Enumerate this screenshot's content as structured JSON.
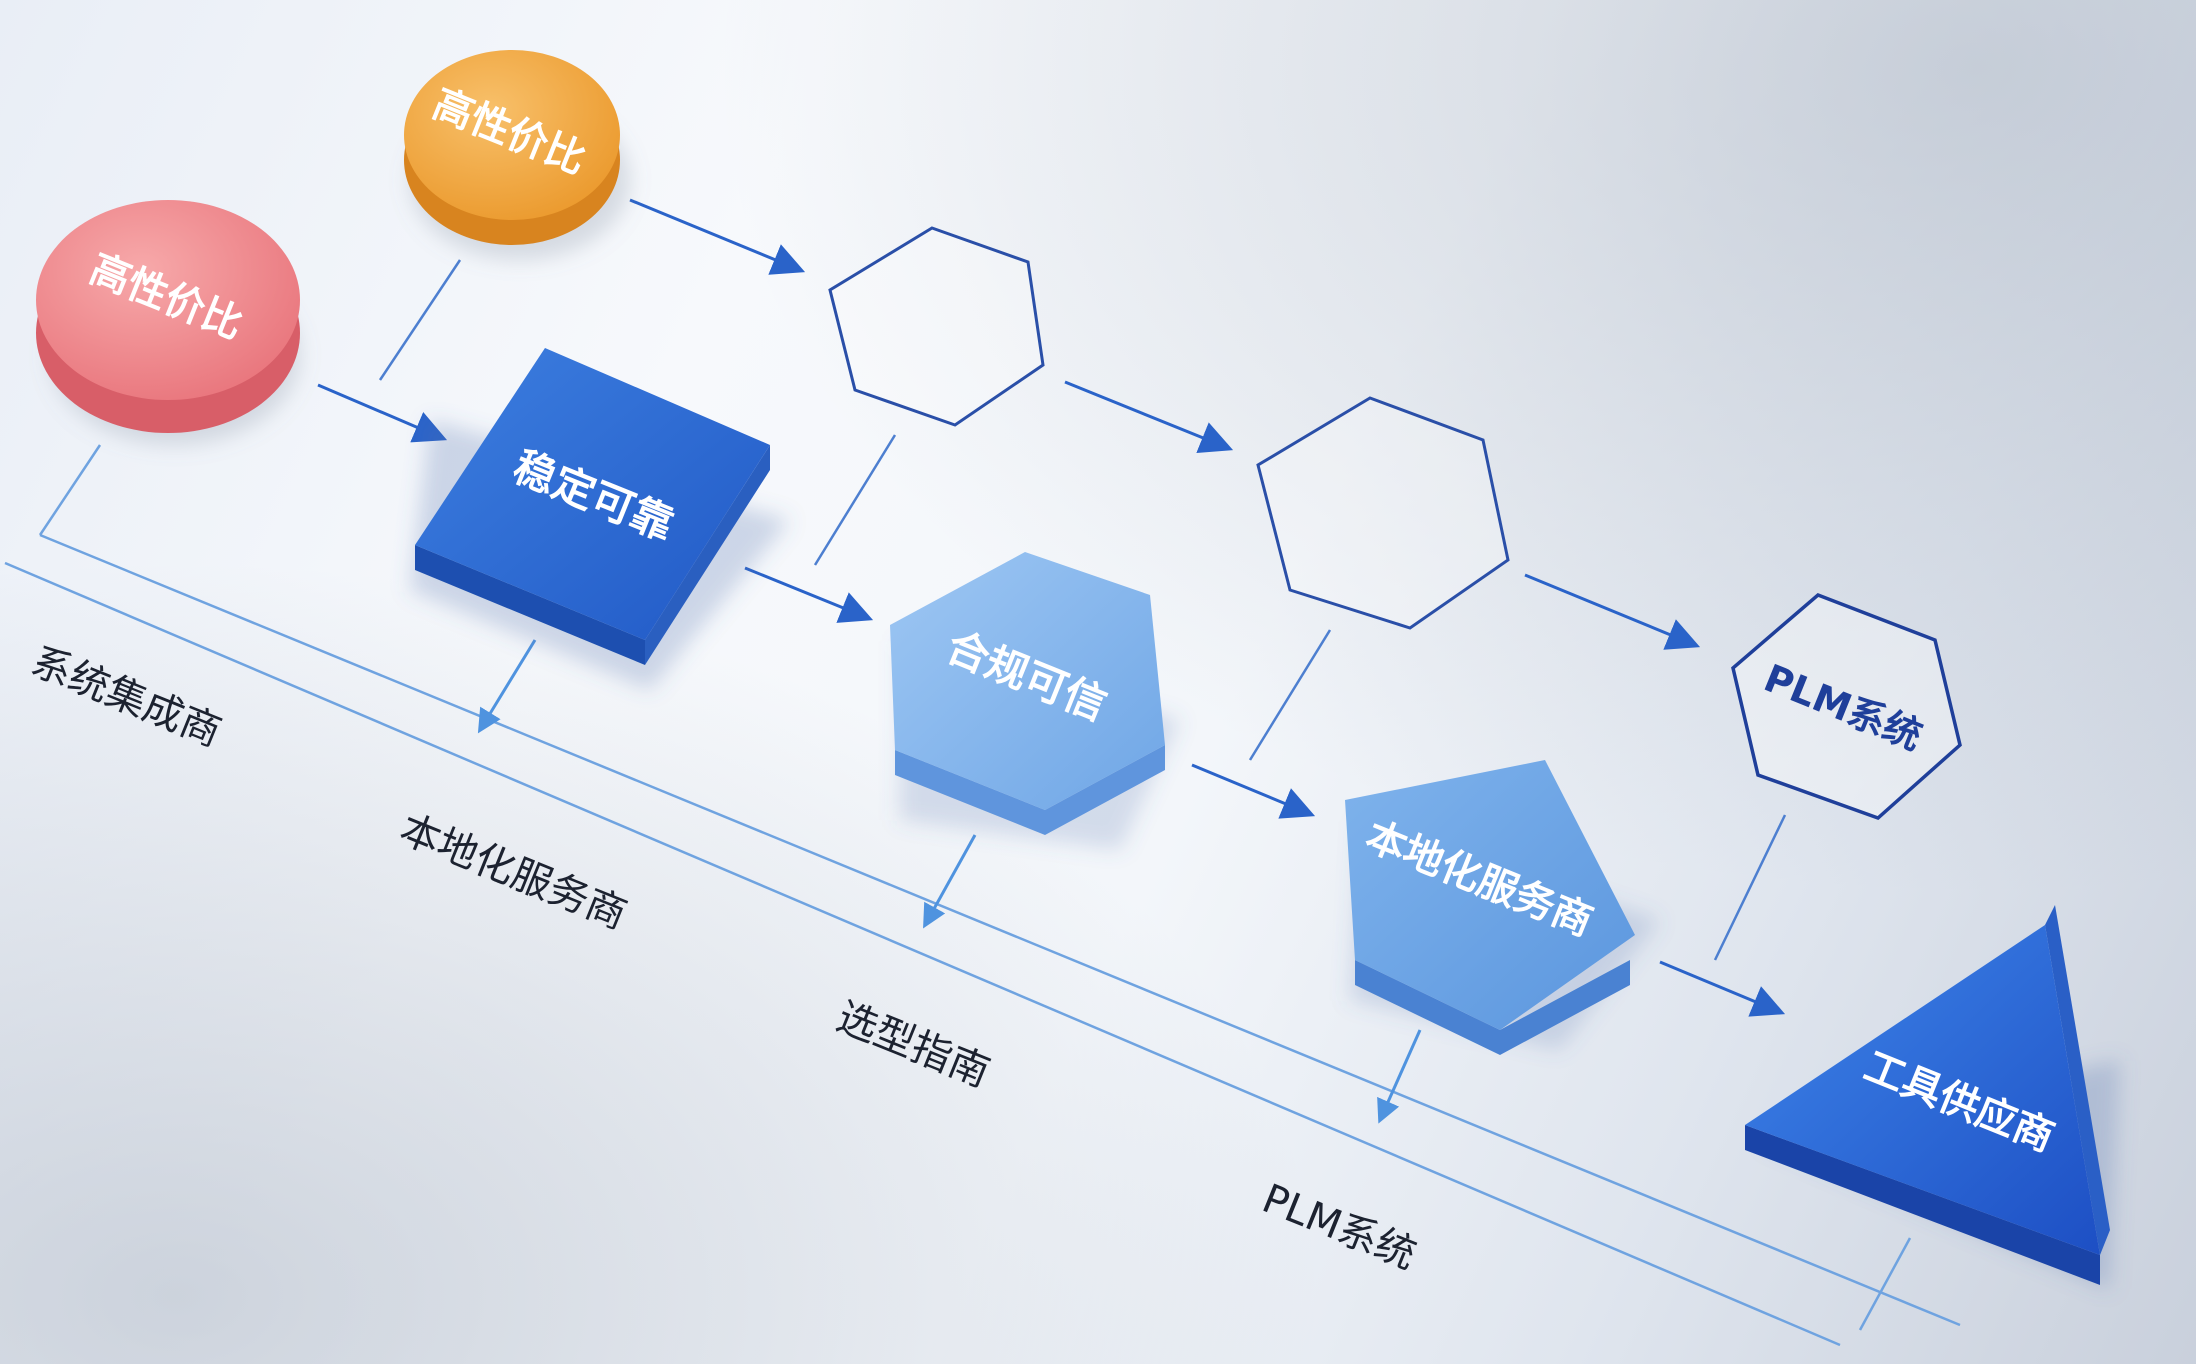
{
  "nodes": {
    "circle_pink_label": "高性价比",
    "circle_orange_label": "高性价比",
    "square_label": "稳定可靠",
    "hexagon_label": "合规可信",
    "pentagon_label": "本地化服务商",
    "triangle_label": "工具供应商",
    "hexagon_outline_label": "PLM系统",
    "hexagon_outline_empty_1_label": "",
    "hexagon_outline_empty_2_label": ""
  },
  "steps": [
    {
      "label": "系统集成商"
    },
    {
      "label": "本地化服务商"
    },
    {
      "label": "选型指南"
    },
    {
      "label": "PLM系统"
    }
  ],
  "colors": {
    "pink": "#ef8a8e",
    "orange": "#f3a944",
    "blue_dark": "#2f6fd8",
    "blue_mid": "#79aee8",
    "blue_light": "#9cc6f0",
    "line": "#6fa3e0",
    "arrow": "#2a63c9",
    "outline": "#2a4fa8"
  }
}
